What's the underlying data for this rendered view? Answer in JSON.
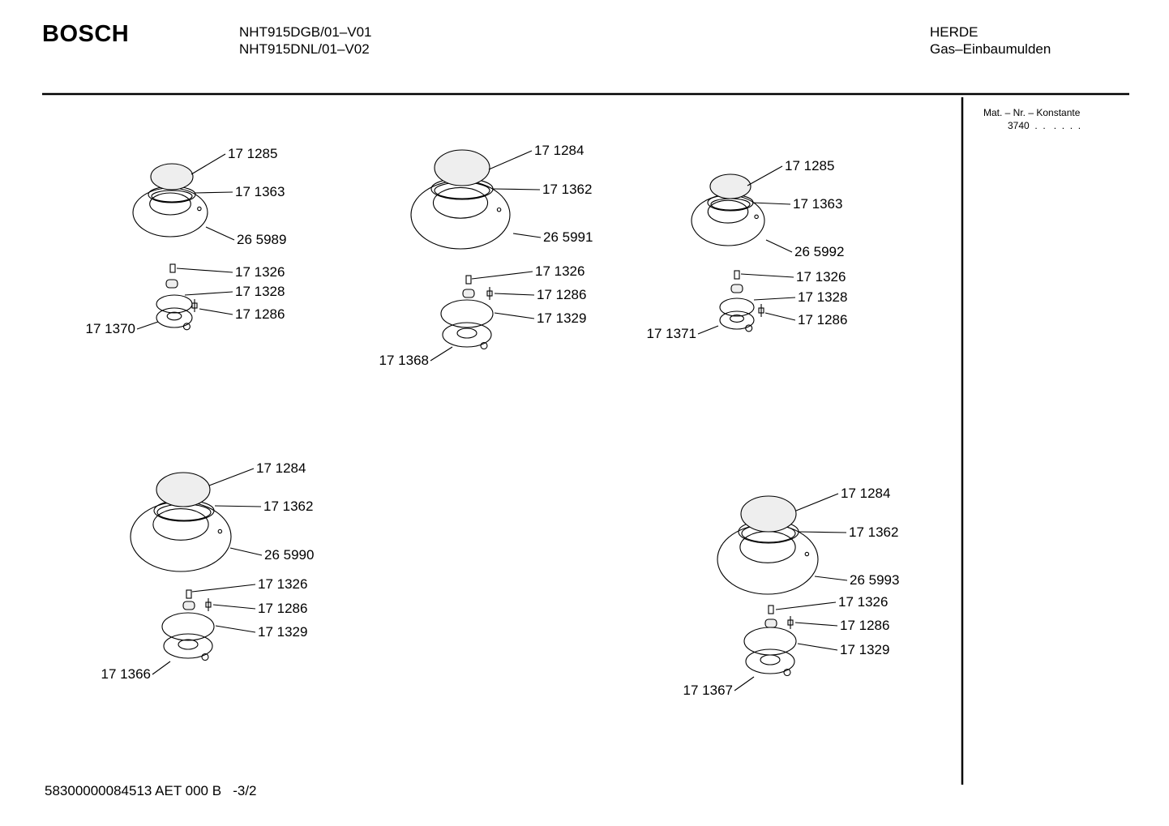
{
  "header": {
    "brand": "BOSCH",
    "models": [
      "NHT915DGB/01–V01",
      "NHT915DNL/01–V02"
    ],
    "category": "HERDE",
    "subcategory": "Gas–Einbaumulden"
  },
  "sidebar": {
    "mat_label": "Mat. – Nr. – Konstante",
    "mat_value": "3740  .  .   .  .  .  ."
  },
  "footer": {
    "code": "58300000084513 AET 000 B   -3/2"
  },
  "assemblies": [
    {
      "id": "a1",
      "labels": [
        "17 1285",
        "17 1363",
        "26 5989",
        "17 1326",
        "17 1328",
        "17 1286",
        "17 1370"
      ]
    },
    {
      "id": "a2",
      "labels": [
        "17 1284",
        "17 1362",
        "26 5991",
        "17 1326",
        "17 1286",
        "17 1329",
        "17 1368"
      ]
    },
    {
      "id": "a3",
      "labels": [
        "17 1285",
        "17 1363",
        "26 5992",
        "17 1326",
        "17 1328",
        "17 1286",
        "17 1371"
      ]
    },
    {
      "id": "a4",
      "labels": [
        "17 1284",
        "17 1362",
        "26 5990",
        "17 1326",
        "17 1286",
        "17 1329",
        "17 1366"
      ]
    },
    {
      "id": "a5",
      "labels": [
        "17 1284",
        "17 1362",
        "26 5993",
        "17 1326",
        "17 1286",
        "17 1329",
        "17 1367"
      ]
    }
  ]
}
